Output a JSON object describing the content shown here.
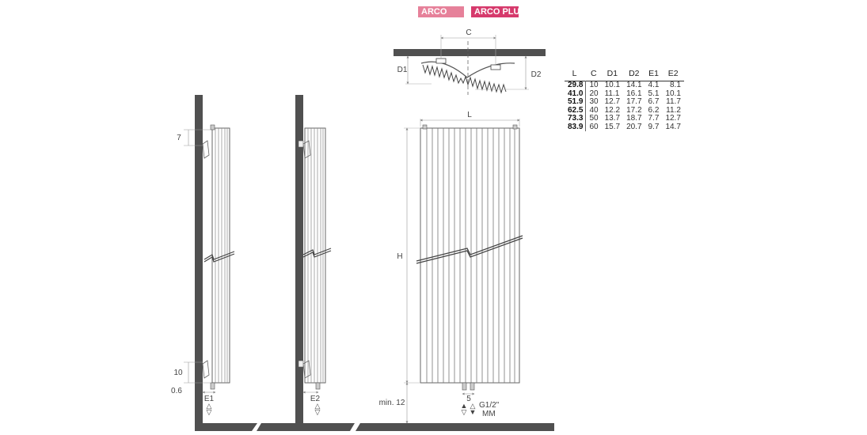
{
  "tabs": [
    {
      "label": "ARCO",
      "color": "#e6819a"
    },
    {
      "label": "ARCO PLUS",
      "color": "#d63a6c"
    }
  ],
  "top_view": {
    "c_label": "C",
    "d1_label": "D1",
    "d2_label": "D2"
  },
  "side_view_1": {
    "top_gap": "7",
    "bottom_gap": "10",
    "floor_gap": "0.6",
    "e_label": "E1"
  },
  "side_view_2": {
    "e_label": "E2"
  },
  "front_view": {
    "width_label": "L",
    "height_label": "H",
    "min_label": "min. 12",
    "pipe_spacing": "5",
    "connection": "G1/2\"",
    "connection_type": "MM"
  },
  "table": {
    "headers": [
      "L",
      "C",
      "D1",
      "D2",
      "E1",
      "E2"
    ],
    "rows": [
      [
        "29.8",
        "10",
        "10.1",
        "14.1",
        "4.1",
        "8.1"
      ],
      [
        "41.0",
        "20",
        "11.1",
        "16.1",
        "5.1",
        "10.1"
      ],
      [
        "51.9",
        "30",
        "12.7",
        "17.7",
        "6.7",
        "11.7"
      ],
      [
        "62.5",
        "40",
        "12.2",
        "17.2",
        "6.2",
        "11.2"
      ],
      [
        "73.3",
        "50",
        "13.7",
        "18.7",
        "7.7",
        "12.7"
      ],
      [
        "83.9",
        "60",
        "15.7",
        "20.7",
        "9.7",
        "14.7"
      ]
    ]
  }
}
